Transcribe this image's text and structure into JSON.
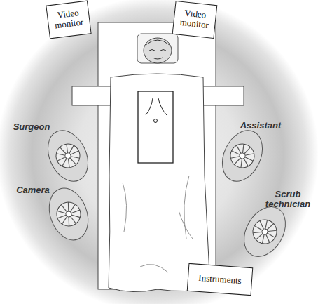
{
  "diagram": {
    "nodes": [
      {
        "text": [
          "Video monitor"
        ]
      },
      {
        "text": [
          "Video monitor"
        ]
      },
      {
        "text": [
          "Instruments"
        ]
      }
    ],
    "labels": [
      "Surgeon",
      "Assistant",
      "Camera",
      "Scrub technician"
    ]
  }
}
